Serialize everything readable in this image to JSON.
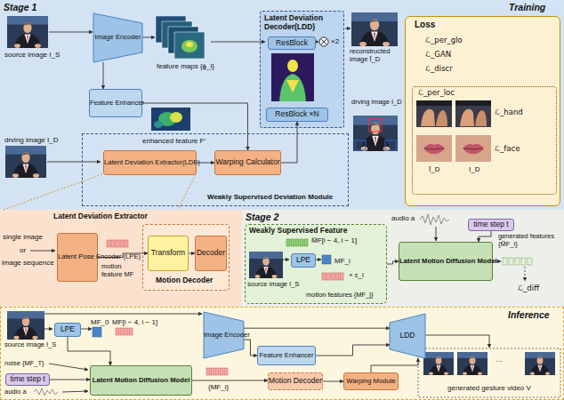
{
  "diagram": {
    "nodes": [
      {
        "text": [
          "Stage 1",
          "Training"
        ]
      },
      {
        "text": [
          "Image Encoder"
        ],
        "in": 0
      },
      {
        "text": [
          "Feature Enhancer"
        ],
        "in": 0
      },
      {
        "text": [
          "Latent Deviation Decoder(LDD)"
        ],
        "in": 0
      },
      {
        "text": [
          "ResBlock"
        ],
        "in": 3
      },
      {
        "text": [
          "ResBlock ×N"
        ],
        "in": 3
      },
      {
        "text": [
          "Weakly Supervised Deviation Module"
        ],
        "in": 0
      },
      {
        "text": [
          "Latent Deviation Extractor(LDE)"
        ],
        "in": 6
      },
      {
        "text": [
          "Warping Calculator"
        ],
        "in": 6
      },
      {
        "text": [
          "Loss",
          "ℒ_per_glo",
          "ℒ_GAN",
          "ℒ_discr"
        ],
        "in": 0
      },
      {
        "text": [
          "ℒ_per_loc"
        ],
        "in": 9
      },
      {
        "text": [
          "Latent Deviation Extractor"
        ]
      },
      {
        "text": [
          "Latent Pose Encoder (LPE)"
        ],
        "in": 11
      },
      {
        "text": [
          "Motion Decoder"
        ],
        "in": 11
      },
      {
        "text": [
          "Transform"
        ],
        "in": 13
      },
      {
        "text": [
          "Decoder"
        ],
        "in": 13
      },
      {
        "text": [
          "Stage 2"
        ]
      },
      {
        "text": [
          "Weakly Supervised Feature"
        ],
        "in": 16
      },
      {
        "text": [
          "LPE"
        ],
        "in": 17
      },
      {
        "text": [
          "time step t"
        ],
        "in": 16
      },
      {
        "text": [
          "Latent Motion Diffusion Model"
        ],
        "in": 16
      },
      {
        "text": [
          "Inference"
        ]
      },
      {
        "text": [
          "LPE"
        ],
        "in": 21
      },
      {
        "text": [
          "Image Encoder"
        ],
        "in": 21
      },
      {
        "text": [
          "Feature Enhancer"
        ],
        "in": 21
      },
      {
        "text": [
          "LDD"
        ],
        "in": 21
      },
      {
        "text": [
          "time step t"
        ],
        "in": 21
      },
      {
        "text": [
          "Latent Motion Diffusion Model"
        ],
        "in": 21
      },
      {
        "text": [
          "Motion Decoder"
        ],
        "in": 21
      },
      {
        "text": [
          "Warping Module"
        ],
        "in": 21
      }
    ],
    "edges": [
      {
        "from": 1,
        "to": 2,
        "arrow": "to"
      },
      {
        "from": 2,
        "to": 8,
        "arrow": "to"
      },
      {
        "from": 7,
        "to": 8,
        "arrow": "to"
      },
      {
        "from": 8,
        "to": 5,
        "arrow": "to"
      },
      {
        "from": 12,
        "to": 14,
        "arrow": "to"
      },
      {
        "from": 14,
        "to": 15,
        "arrow": "to"
      },
      {
        "from": 17,
        "to": 20,
        "arrow": "to"
      },
      {
        "from": 19,
        "to": 20,
        "arrow": "to"
      },
      {
        "from": 22,
        "to": 27,
        "arrow": "to"
      },
      {
        "from": 26,
        "to": 27,
        "arrow": "to"
      },
      {
        "from": 23,
        "to": 24,
        "arrow": "to"
      },
      {
        "from": 23,
        "to": 25,
        "arrow": "to"
      },
      {
        "from": 24,
        "to": 25,
        "arrow": "to"
      },
      {
        "from": 27,
        "to": 28,
        "arrow": "to"
      },
      {
        "from": 28,
        "to": 29,
        "arrow": "to"
      },
      {
        "from": 29,
        "to": 25,
        "arrow": "to"
      }
    ],
    "labels": [
      "source image I_S",
      "feature maps {ϕ_i}",
      "enhanced feature F′",
      "×2",
      "reconstructed image Ī_D",
      "drving image I_D",
      "drving image I_D",
      "ℒ_hand",
      "ℒ_face",
      "Ī_D",
      "I_D",
      "single image",
      "or",
      "image sequence",
      "motion feature MF",
      "audio a",
      "M̂F[i − 4, i − 1]",
      "MF_i",
      "+ ε_i",
      "motion features {MF_j}",
      "source image I_S",
      "generated features {M̂F_i}",
      "ℒ_diff",
      "source image I_S",
      "MF_0",
      "MF[i − 4, i − 1]",
      "noise {MF_T}",
      "audio a",
      "{MF_i}",
      "···",
      "generated gesture video V"
    ]
  }
}
